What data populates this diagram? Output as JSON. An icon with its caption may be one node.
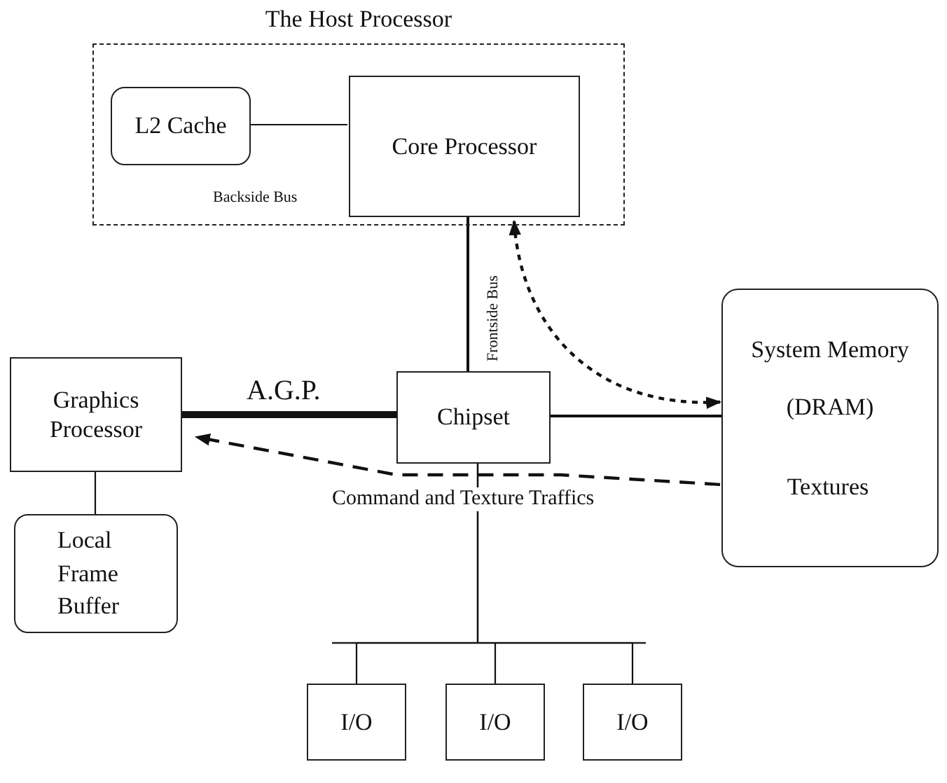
{
  "diagram": {
    "nodes": [
      {
        "text": [
          "The Host Processor"
        ]
      },
      {
        "text": [
          "L2 Cache"
        ],
        "in": 0
      },
      {
        "text": [
          "Core Processor"
        ],
        "in": 0
      },
      {
        "text": [
          "Graphics Processor"
        ]
      },
      {
        "text": [
          "Chipset"
        ]
      },
      {
        "text": [
          "System Memory",
          "(DRAM)"
        ]
      },
      {
        "text": [
          "Textures"
        ],
        "in": 5
      },
      {
        "text": [
          "Local Frame Buffer"
        ]
      },
      {
        "text": [
          "I/O"
        ]
      },
      {
        "text": [
          "I/O"
        ]
      },
      {
        "text": [
          "I/O"
        ]
      }
    ],
    "edges": [
      {
        "from": 1,
        "to": 2,
        "arrow": "none",
        "label": "Backside Bus"
      },
      {
        "from": 2,
        "to": 4,
        "arrow": "none",
        "label": "Frontside Bus"
      },
      {
        "from": 3,
        "to": 4,
        "arrow": "none",
        "label": "A.G.P.",
        "style": "thick"
      },
      {
        "from": 4,
        "to": 5,
        "arrow": "none"
      },
      {
        "from": 2,
        "to": 5,
        "arrow": "both",
        "style": "dashed"
      },
      {
        "from": 6,
        "to": 3,
        "arrow": "to",
        "label": "Command and Texture Traffics",
        "style": "dashed"
      },
      {
        "from": 3,
        "to": 7,
        "arrow": "none"
      },
      {
        "from": 4,
        "to": 8,
        "arrow": "none"
      },
      {
        "from": 4,
        "to": 9,
        "arrow": "none"
      },
      {
        "from": 4,
        "to": 10,
        "arrow": "none"
      }
    ]
  }
}
